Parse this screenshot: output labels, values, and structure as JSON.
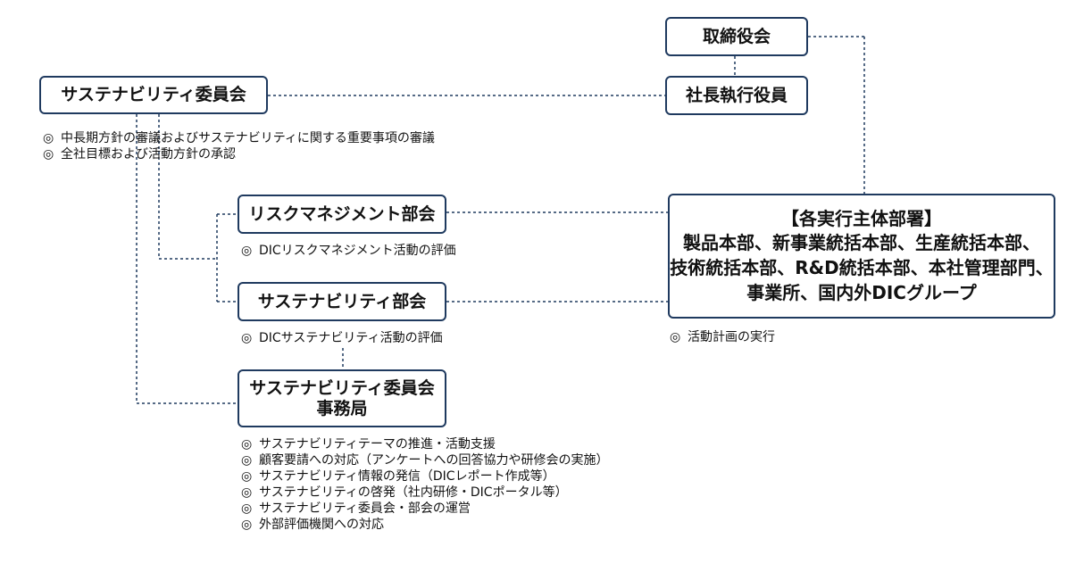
{
  "boxes": {
    "board": "取締役会",
    "president": "社長執行役員",
    "sustainability_committee": "サステナビリティ委員会",
    "risk_management_subcommittee": "リスクマネジメント部会",
    "sustainability_subcommittee": "サステナビリティ部会",
    "secretariat": {
      "line1": "サステナビリティ委員会",
      "line2": "事務局"
    },
    "executing_departments": {
      "title": "【各実行主体部署】",
      "line1": "製品本部、新事業統括本部、生産統括本部、",
      "line2": "技術統括本部、R&D統括本部、本社管理部門、",
      "line3": "事業所、国内外DICグループ"
    }
  },
  "bullet_mark": "◎",
  "notes": {
    "committee": [
      "中長期方針の審議およびサステナビリティに関する重要事項の審議",
      "全社目標および活動方針の承認"
    ],
    "risk": [
      "DICリスクマネジメント活動の評価"
    ],
    "sustainability": [
      "DICサステナビリティ活動の評価"
    ],
    "departments": [
      "活動計画の実行"
    ],
    "secretariat": [
      "サステナビリティテーマの推進・活動支援",
      "顧客要請への対応（アンケートへの回答協力や研修会の実施）",
      "サステナビリティ情報の発信（DICレポート作成等）",
      "サステナビリティの啓発（社内研修・DICポータル等）",
      "サステナビリティ委員会・部会の運営",
      "外部評価機関への対応"
    ]
  }
}
